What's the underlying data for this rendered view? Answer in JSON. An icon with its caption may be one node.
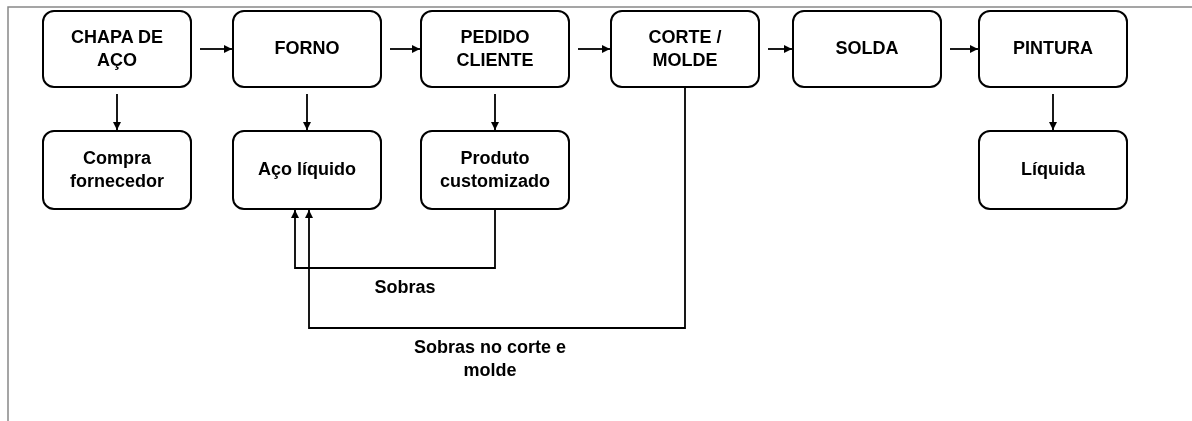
{
  "diagram": {
    "nodes": [
      {
        "text": [
          "CHAPA DE AÇO"
        ]
      },
      {
        "text": [
          "FORNO"
        ]
      },
      {
        "text": [
          "PEDIDO CLIENTE"
        ]
      },
      {
        "text": [
          "CORTE / MOLDE"
        ]
      },
      {
        "text": [
          "SOLDA"
        ]
      },
      {
        "text": [
          "PINTURA"
        ]
      },
      {
        "text": [
          "Compra fornecedor"
        ]
      },
      {
        "text": [
          "Aço líquido"
        ]
      },
      {
        "text": [
          "Produto customizado"
        ]
      },
      {
        "text": [
          "Líquida"
        ]
      }
    ],
    "edges": [
      {
        "from": 0,
        "to": 1,
        "arrow": "to"
      },
      {
        "from": 1,
        "to": 2,
        "arrow": "to"
      },
      {
        "from": 2,
        "to": 3,
        "arrow": "to"
      },
      {
        "from": 3,
        "to": 4,
        "arrow": "to"
      },
      {
        "from": 4,
        "to": 5,
        "arrow": "to"
      },
      {
        "from": 0,
        "to": 6,
        "arrow": "to"
      },
      {
        "from": 1,
        "to": 7,
        "arrow": "to"
      },
      {
        "from": 2,
        "to": 8,
        "arrow": "to"
      },
      {
        "from": 5,
        "to": 9,
        "arrow": "to"
      },
      {
        "from": 8,
        "to": 7,
        "arrow": "to",
        "label": "Sobras"
      },
      {
        "from": 3,
        "to": 7,
        "arrow": "to",
        "label": "Sobras no corte e molde"
      }
    ]
  }
}
